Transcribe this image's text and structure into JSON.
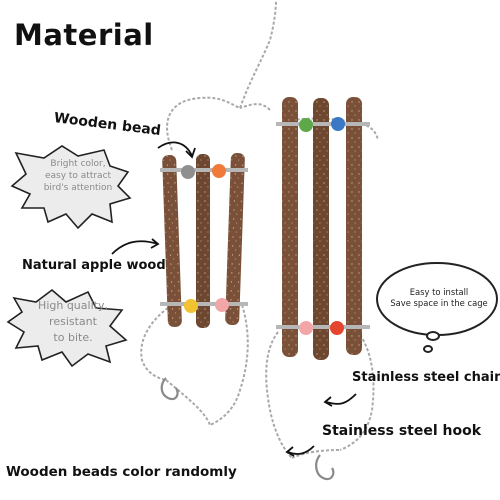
{
  "title": "Material",
  "labels": {
    "wooden_bead": "Wooden bead",
    "natural_apple_wood": "Natural apple wood",
    "stainless_chain": "Stainless steel chain",
    "stainless_hook": "Stainless steel hook",
    "beads_random": "Wooden beads color randomly"
  },
  "bubbles": {
    "bright_color": [
      "Bright color,",
      "easy to attract",
      "bird's attention"
    ],
    "high_quality": [
      "High quality,",
      "resistant",
      "to bite."
    ],
    "easy_install": [
      "Easy to install",
      "Save space in the cage"
    ]
  },
  "colors": {
    "wood": "#7a5138",
    "wood_dark": "#5b3a27",
    "chain": "#a9a9a9",
    "bead_gray": "#8f8f8f",
    "bead_orange": "#f07a3a",
    "bead_yellow": "#f2c230",
    "bead_pink": "#f2a6a8",
    "bead_green": "#5fa84a",
    "bead_blue": "#3a78c6",
    "bead_red": "#e4452f"
  },
  "icons": [
    "curved-arrow-icon",
    "thought-bubble-icon",
    "spiky-bubble-icon"
  ]
}
